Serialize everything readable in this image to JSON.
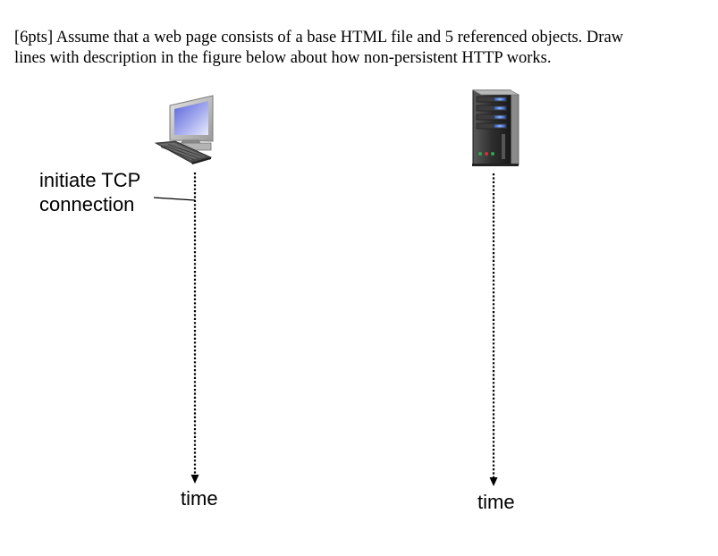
{
  "question": {
    "line1": "[6pts] Assume that a web page consists of a base HTML file and 5 referenced objects. Draw",
    "line2": "lines with description in the figure below about how non-persistent HTTP works."
  },
  "diagram": {
    "client_label": {
      "line1": "initiate TCP",
      "line2": "connection"
    },
    "client_timeline_label": "time",
    "server_timeline_label": "time",
    "icons": {
      "client": "desktop-computer-icon",
      "server": "server-tower-icon"
    },
    "colors": {
      "screen": "#8c93e6",
      "server_led": "#4b7bd8",
      "led_green": "#2aa84a",
      "led_red": "#d83030"
    }
  }
}
